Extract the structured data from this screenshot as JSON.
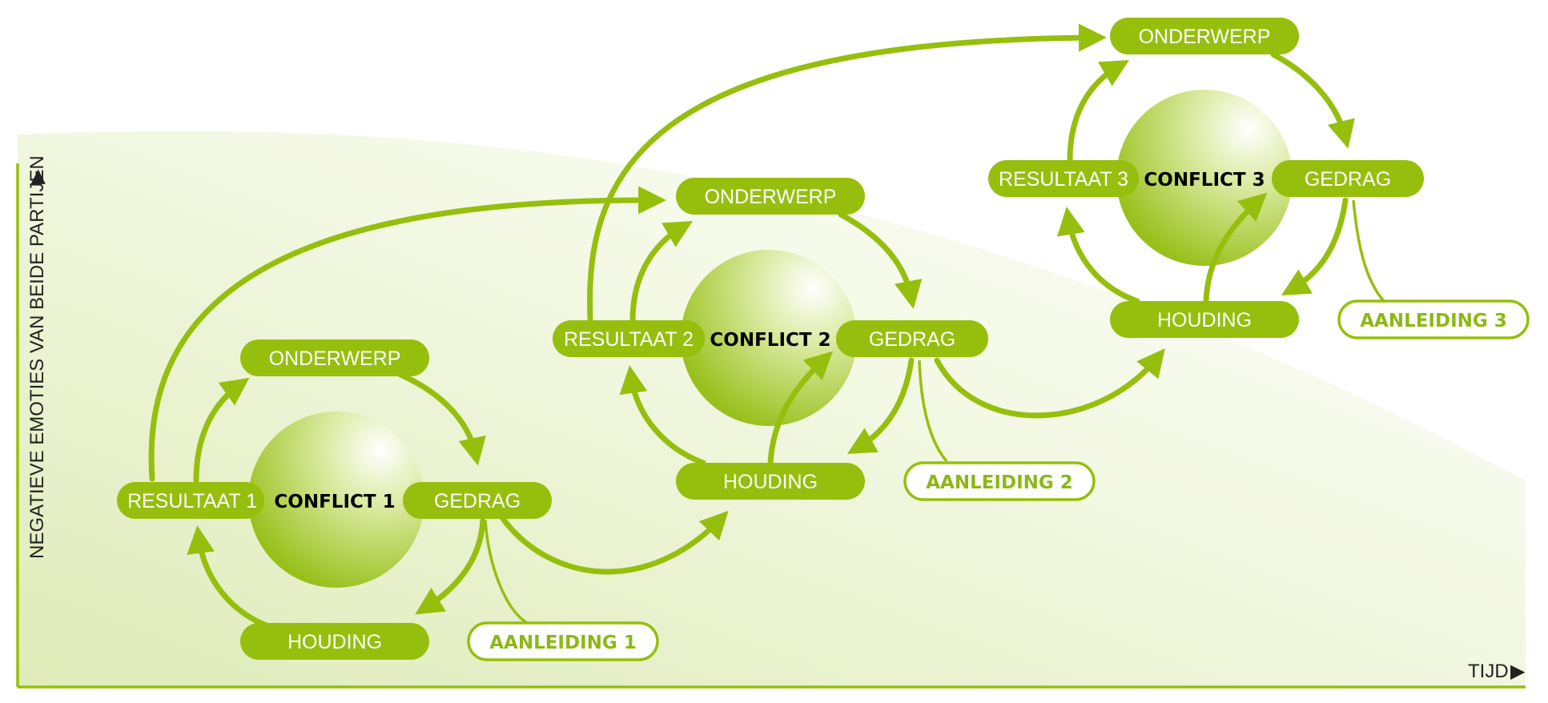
{
  "colors": {
    "accent": "#96bf0d",
    "accent_light": "#b5d63a",
    "sphere_light": "#f2f7dc",
    "sphere_dark": "#9cc41d",
    "background_tint": "#e6f0c6"
  },
  "axes": {
    "y_label": "NEGATIEVE EMOTIES VAN BEIDE PARTIJEN",
    "x_label": "TIJD",
    "arrow_glyph": "▶"
  },
  "cycles": [
    {
      "conflict": "CONFLICT 1",
      "onderwerp": "ONDERWERP",
      "gedrag": "GEDRAG",
      "houding": "HOUDING",
      "resultaat": "RESULTAAT 1",
      "aanleiding": "AANLEIDING 1"
    },
    {
      "conflict": "CONFLICT 2",
      "onderwerp": "ONDERWERP",
      "gedrag": "GEDRAG",
      "houding": "HOUDING",
      "resultaat": "RESULTAAT 2",
      "aanleiding": "AANLEIDING 2"
    },
    {
      "conflict": "CONFLICT 3",
      "onderwerp": "ONDERWERP",
      "gedrag": "GEDRAG",
      "houding": "HOUDING",
      "resultaat": "RESULTAAT 3",
      "aanleiding": "AANLEIDING 3"
    }
  ]
}
